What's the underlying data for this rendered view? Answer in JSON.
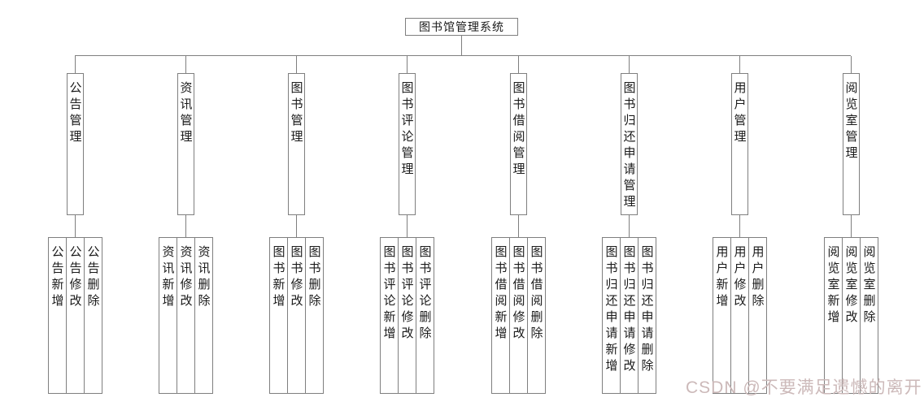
{
  "root": {
    "label": "图书馆管理系统"
  },
  "branches": [
    {
      "label": "公告管理",
      "children": [
        "公告新增",
        "公告修改",
        "公告删除"
      ]
    },
    {
      "label": "资讯管理",
      "children": [
        "资讯新增",
        "资讯修改",
        "资讯删除"
      ]
    },
    {
      "label": "图书管理",
      "children": [
        "图书新增",
        "图书修改",
        "图书删除"
      ]
    },
    {
      "label": "图书评论管理",
      "children": [
        "图书评论新增",
        "图书评论修改",
        "图书评论删除"
      ]
    },
    {
      "label": "图书借阅管理",
      "children": [
        "图书借阅新增",
        "图书借阅修改",
        "图书借阅删除"
      ]
    },
    {
      "label": "图书归还申请管理",
      "children": [
        "图书归还申请新增",
        "图书归还申请修改",
        "图书归还申请删除"
      ]
    },
    {
      "label": "用户管理",
      "children": [
        "用户新增",
        "用户修改",
        "用户删除"
      ]
    },
    {
      "label": "阅览室管理",
      "children": [
        "阅览室新增",
        "阅览室修改",
        "阅览室删除"
      ]
    }
  ],
  "watermark": {
    "text": "CSDN @不要满足遗憾的离开"
  },
  "colors": {
    "line": "#7f7f7f",
    "text": "#1a1a1a",
    "background": "#ffffff",
    "watermark": "#ccb9b9"
  }
}
